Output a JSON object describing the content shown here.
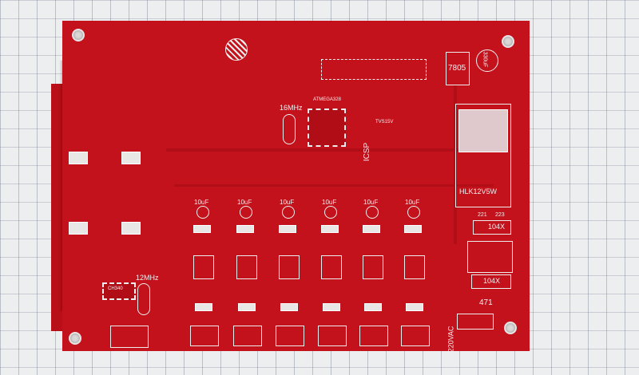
{
  "board": {
    "regulator": "7805",
    "cap_main": "330uF",
    "crystal_main": "16MHz",
    "mcu": "ATMEGA328",
    "icsp": "ICSP",
    "tvs": "TVS15V",
    "psu_module": "HLK12V5W",
    "cap_221": "221",
    "cap_223": "223",
    "cap_104x_1": "104X",
    "cap_104x_2": "104X",
    "res_471": "471",
    "ac_input": "220VAC",
    "crystal_usb": "12MHz",
    "usb_chip": "CH340",
    "channel_caps": [
      "10uF",
      "10uF",
      "10uF",
      "10uF",
      "10uF",
      "10uF"
    ]
  },
  "colors": {
    "pcb": "#c3121c",
    "silk": "#f3eef0",
    "paper": "#eceef0"
  }
}
